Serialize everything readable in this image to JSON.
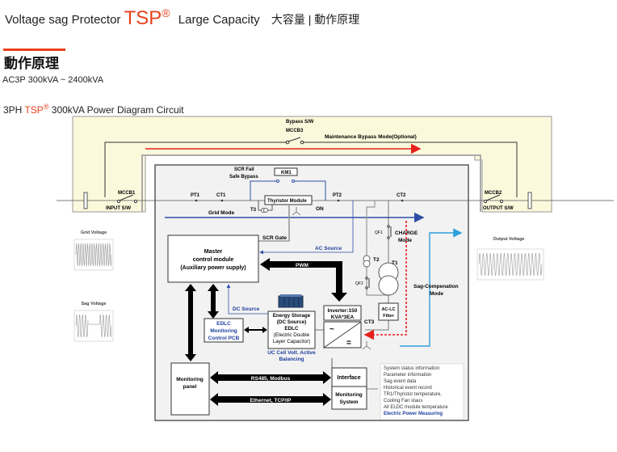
{
  "header": {
    "title_prefix": "Voltage sag Protector ",
    "brand": "TSP",
    "registered": "®",
    "title_suffix": "Large Capacity",
    "title_cjk": "大容量 | 動作原理"
  },
  "section": {
    "heading": "動作原理",
    "subtitle": "AC3P 300kVA ~ 2400kVA"
  },
  "caption": {
    "prefix": "3PH ",
    "brand": "TSP",
    "registered": "®",
    "suffix": " 300kVA  Power  Diagram  Circuit"
  },
  "diagram": {
    "bypass_sw": "Bypass S/W",
    "mccb3": "MCCB3",
    "maintenance_bypass": "Maintenance Bypass Mode(Optional)",
    "mccb1": "MCCB1",
    "input_sw": "INPUT S/W",
    "mccb2": "MCCB2",
    "output_sw": "OUTPUT S/W",
    "scr_fail": "SCR Fail",
    "safe_bypass": "Safe Bypass",
    "km1": "KM1",
    "pt1": "PT1",
    "ct1": "CT1",
    "pt2": "PT2",
    "ct2": "CT2",
    "thyristor_module": "Thyristor Module",
    "t3": "T3",
    "on": "ON",
    "grid_mode": "Grid Mode",
    "scr_gate": "SCR Gate",
    "ac_source": "AC Source",
    "qf1": "QF1",
    "qf2": "QF2",
    "charge_mode_1": "CHARGE",
    "charge_mode_2": "Mode",
    "t1": "T1",
    "t2": "T2",
    "sag_comp_1": "Sag-Compenation",
    "sag_comp_2": "Mode",
    "master_1": "Master",
    "master_2": "control module",
    "master_3": "(Auxiliary power supply)",
    "pwm": "PWM",
    "dc_source": "DC Source",
    "edlc_mon_1": "EDLC",
    "edlc_mon_2": "Monitoring",
    "edlc_mon_3": "Control PCB",
    "es_1": "Energy Storage",
    "es_2": "(DC Source)",
    "es_3": "EDLC",
    "es_4": "(Electric Double",
    "es_5": "Layer Capacitor)",
    "uc_1": "UC Cell Volt. Active",
    "uc_2": "Balancing",
    "inverter_1": "Inverter:150",
    "inverter_2": "KVA*3EA",
    "ct3": "CT3",
    "aclc_1": "AC-LC",
    "aclc_2": "Filter",
    "inv_ac": "~",
    "inv_dc": "=",
    "mon_panel_1": "Monitoring",
    "mon_panel_2": "panel",
    "rs485": "RS485, Modbus",
    "ethernet": "Ethernet, TCP/IP",
    "interface": "Interface",
    "mon_sys_1": "Monitoring",
    "mon_sys_2": "System",
    "info_items": [
      "System status information",
      "Parameter information",
      "Sag event data",
      "Historical event record",
      "TR1/Thyristor temperature,",
      "Cooling Fan staus",
      "All ELDC module temperature",
      "Electric Power Measuring"
    ],
    "grid_voltage": "Grid Voltage",
    "sag_voltage": "Sag  Voltage",
    "output_voltage": "Output Voltage"
  },
  "colors": {
    "brand": "#e8401c",
    "panel_yellow": "#fbf9dc",
    "inner_panel": "#f2f2f2",
    "blue_line": "#2e4fa8",
    "cyan_line": "#2ea0dc",
    "red_dash": "#e8201c",
    "blue_text": "#1f3f9e"
  }
}
